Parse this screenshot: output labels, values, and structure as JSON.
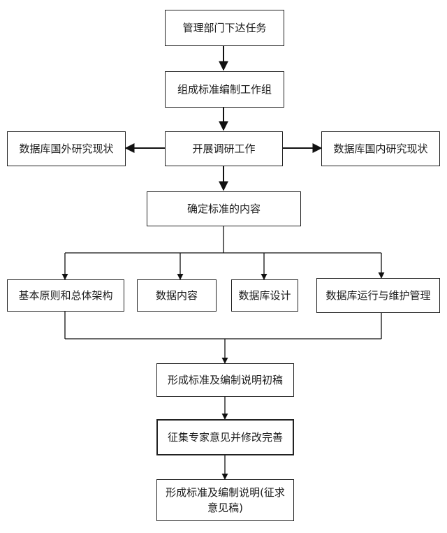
{
  "flowchart": {
    "nodes": {
      "assign": "管理部门下达任务",
      "team": "组成标准编制工作组",
      "research": "开展调研工作",
      "foreign": "数据库国外研究现状",
      "domestic": "数据库国内研究现状",
      "content": "确定标准的内容",
      "principles": "基本原则和总体架构",
      "data_content": "数据内容",
      "db_design": "数据库设计",
      "operation": "数据库运行与维护管理",
      "draft": "形成标准及编制说明初稿",
      "experts": "征集专家意见并修改完善",
      "final_line1": "形成标准及编制说明(征求",
      "final_line2": "意见稿)"
    }
  }
}
